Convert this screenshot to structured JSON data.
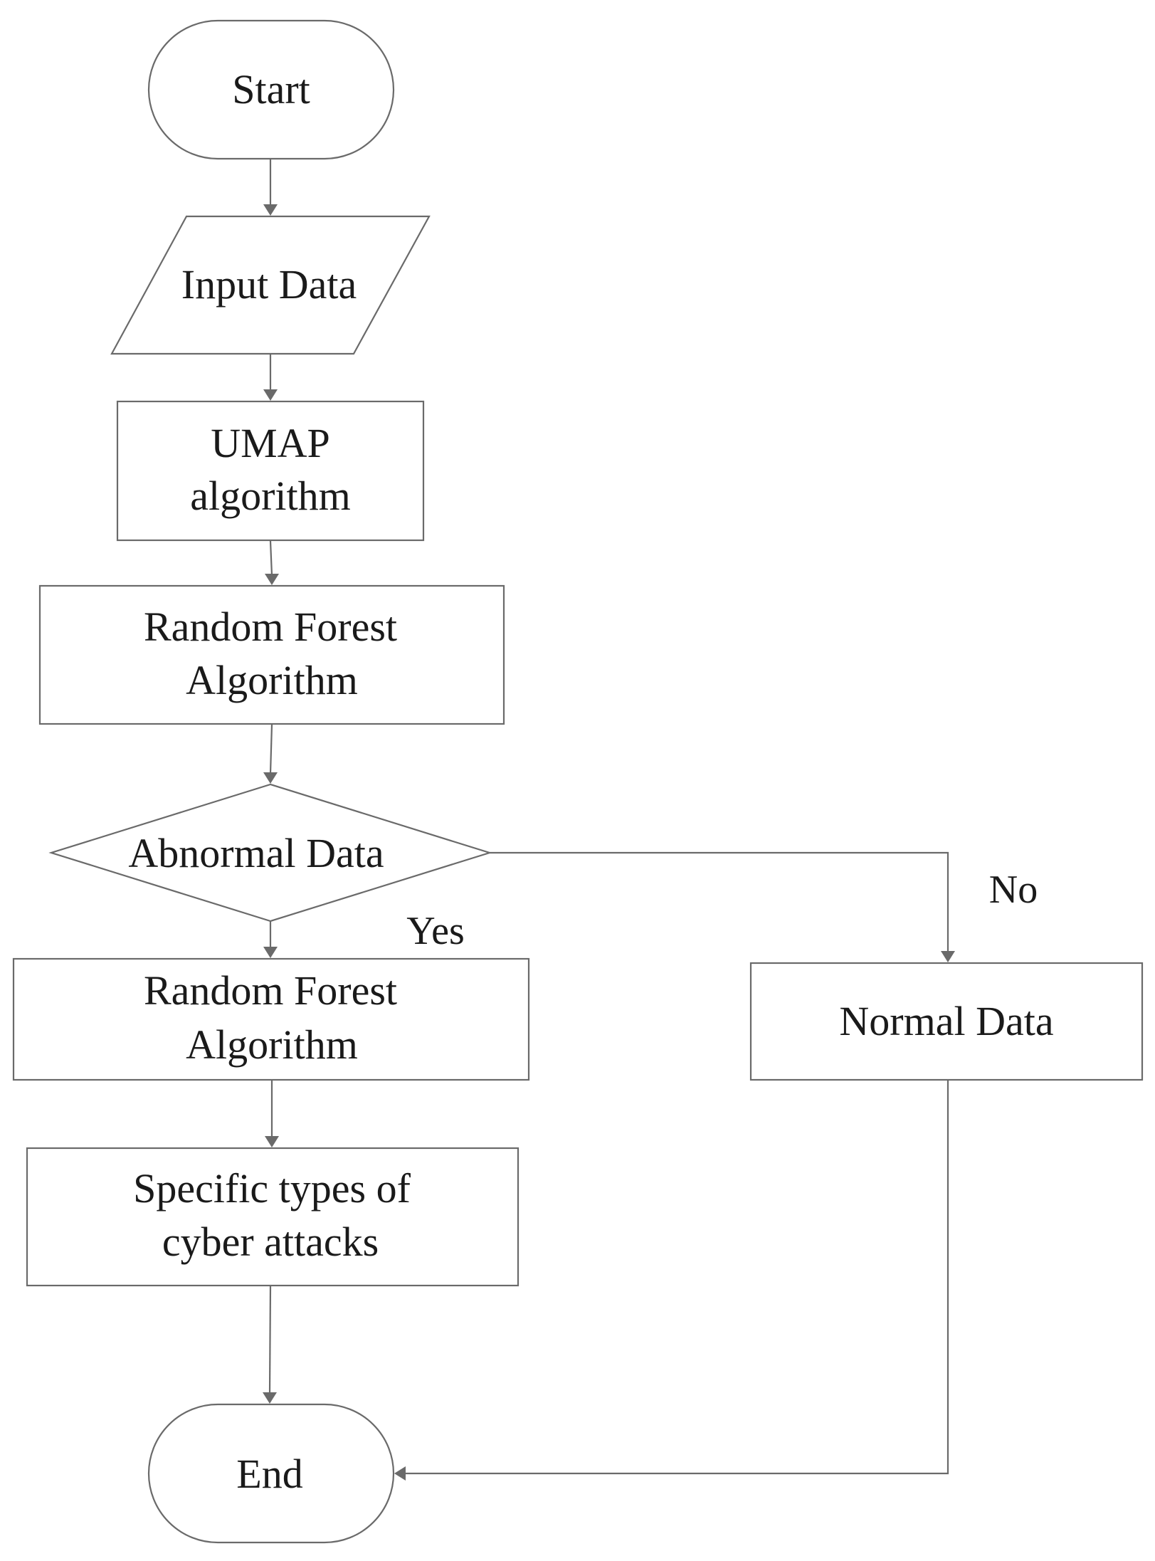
{
  "nodes": {
    "start": {
      "label": "Start"
    },
    "input": {
      "label": "Input Data"
    },
    "umap": {
      "line1": "UMAP",
      "line2": "algorithm"
    },
    "rf1": {
      "line1": "Random Forest",
      "line2": "Algorithm"
    },
    "decision": {
      "label": "Abnormal Data"
    },
    "rf2": {
      "line1": "Random Forest",
      "line2": "Algorithm"
    },
    "attacks": {
      "line1": "Specific types of",
      "line2": "cyber attacks"
    },
    "normal": {
      "label": "Normal Data"
    },
    "end": {
      "label": "End"
    }
  },
  "branches": {
    "yes": "Yes",
    "no": "No"
  },
  "colors": {
    "stroke": "#6a6a6a",
    "text": "#1a1a1a",
    "background": "#ffffff"
  }
}
